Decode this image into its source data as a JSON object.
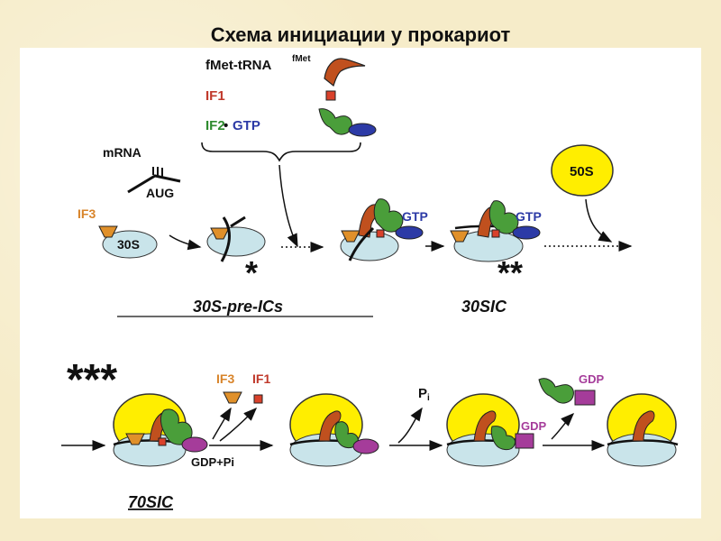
{
  "title": "Схема инициации у прокариот",
  "labels": {
    "fmet_trna": "fMet-tRNA",
    "fmet_sup": "fMet",
    "if1": "IF1",
    "if2": "IF2",
    "if2_dot": "•",
    "gtp": "GTP",
    "mrna": "mRNA",
    "aug": "AUG",
    "if3": "IF3",
    "s30": "30S",
    "s50": "50S",
    "gtp_b": "GTP",
    "gtp_c": "GTP",
    "star1": "*",
    "star2": "**",
    "star3": "***",
    "pre_ics": "30S-pre-ICs",
    "sic30": "30SIC",
    "if3_released": "IF3",
    "if1_released": "IF1",
    "gdp_pi": "GDP+Pi",
    "p_letter": "P",
    "p_sub": "i",
    "gdp_d": "GDP",
    "gdp_e": "GDP",
    "sic70": "70SIC"
  },
  "colors": {
    "ribosome_30s": "#c9e4ea",
    "ribosome_50s": "#ffee00",
    "trna": "#c0501e",
    "if1": "#d9412b",
    "if2": "#4a9e3a",
    "gtp": "#2c3aa6",
    "gdp": "#a53c9a",
    "if3": "#e0902a",
    "text_red": "#c0392b",
    "text_green": "#2e8b2e",
    "text_blue": "#2c3aa6",
    "text_orange": "#d8842a",
    "text_purple": "#a53c9a"
  }
}
